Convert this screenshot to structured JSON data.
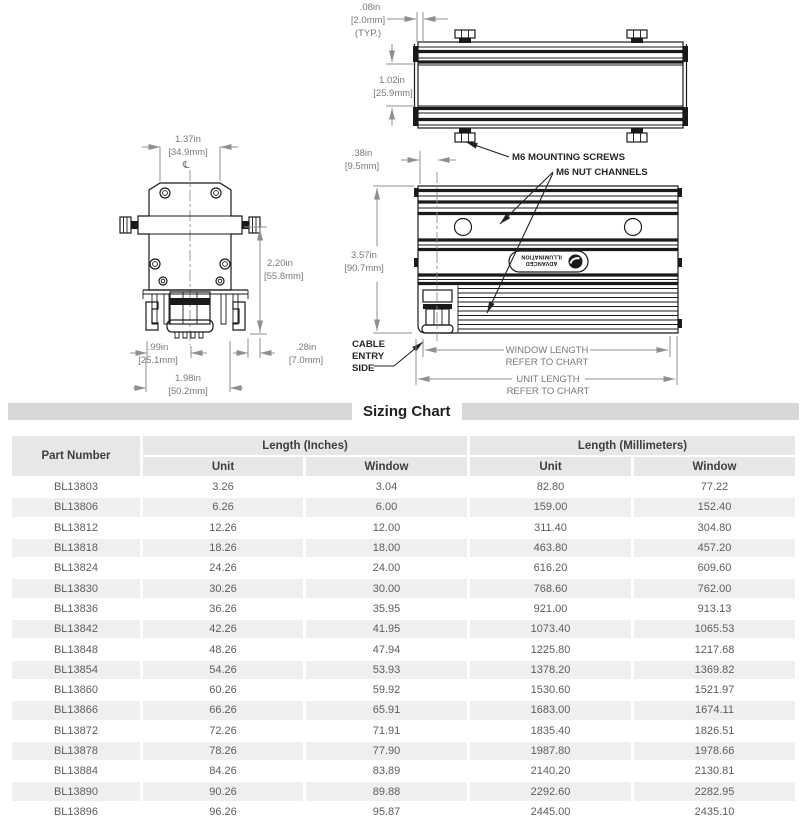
{
  "colors": {
    "drawing_line": "#1a1a1a",
    "dimension_line": "#8f8f8f",
    "dimension_text": "#797979",
    "annotation_text": "#262626",
    "title_bar": "#d8d8d8",
    "title_text": "#1f1f1f",
    "table_header_bg": "#e7e7e7",
    "table_alt_row_bg": "#efefef",
    "table_header_text": "#3e3e3e",
    "table_body_text": "#5d5d5d"
  },
  "drawing": {
    "dims": {
      "typ_gap_in": ".08in",
      "typ_gap_mm": "[2.0mm]",
      "typ_note": "(TYP.)",
      "profile_h_in": "1.02in",
      "profile_h_mm": "[25.9mm]",
      "top_w_in": "1.37in",
      "top_w_mm": "[34.9mm]",
      "centerline": "℄",
      "body_h_in": "2.20in",
      "body_h_mm": "[55.8mm]",
      "inner_w_in": ".99in",
      "inner_w_mm": "[25.1mm]",
      "fin_in": ".28in",
      "fin_mm": "[7.0mm]",
      "base_w_in": "1.98in",
      "base_w_mm": "[50.2mm]",
      "offset_in": ".38in",
      "offset_mm": "[9.5mm]",
      "side_h_in": "3.57in",
      "side_h_mm": "[90.7mm]"
    },
    "labels": {
      "mounting_screws": "M6 MOUNTING SCREWS",
      "nut_channels": "M6 NUT CHANNELS",
      "cable_1": "CABLE",
      "cable_2": "ENTRY",
      "cable_3": "SIDE",
      "window_length": "WINDOW LENGTH",
      "window_refer": "REFER TO CHART",
      "unit_length": "UNIT LENGTH",
      "unit_refer": "REFER TO CHART",
      "logo_line1": "ADVANCED",
      "logo_line2": "ILLUMINATION"
    }
  },
  "table": {
    "title": "Sizing Chart",
    "headers": {
      "part": "Part Number",
      "inches": "Length (Inches)",
      "mm": "Length (Millimeters)",
      "unit": "Unit",
      "window": "Window"
    },
    "rows": [
      {
        "part": "BL13803",
        "in_unit": "3.26",
        "in_window": "3.04",
        "mm_unit": "82.80",
        "mm_window": "77.22"
      },
      {
        "part": "BL13806",
        "in_unit": "6.26",
        "in_window": "6.00",
        "mm_unit": "159.00",
        "mm_window": "152.40"
      },
      {
        "part": "BL13812",
        "in_unit": "12.26",
        "in_window": "12.00",
        "mm_unit": "311.40",
        "mm_window": "304.80"
      },
      {
        "part": "BL13818",
        "in_unit": "18.26",
        "in_window": "18.00",
        "mm_unit": "463.80",
        "mm_window": "457.20"
      },
      {
        "part": "BL13824",
        "in_unit": "24.26",
        "in_window": "24.00",
        "mm_unit": "616.20",
        "mm_window": "609.60"
      },
      {
        "part": "BL13830",
        "in_unit": "30.26",
        "in_window": "30.00",
        "mm_unit": "768.60",
        "mm_window": "762.00"
      },
      {
        "part": "BL13836",
        "in_unit": "36.26",
        "in_window": "35.95",
        "mm_unit": "921.00",
        "mm_window": "913.13"
      },
      {
        "part": "BL13842",
        "in_unit": "42.26",
        "in_window": "41.95",
        "mm_unit": "1073.40",
        "mm_window": "1065.53"
      },
      {
        "part": "BL13848",
        "in_unit": "48.26",
        "in_window": "47.94",
        "mm_unit": "1225.80",
        "mm_window": "1217.68"
      },
      {
        "part": "BL13854",
        "in_unit": "54.26",
        "in_window": "53.93",
        "mm_unit": "1378.20",
        "mm_window": "1369.82"
      },
      {
        "part": "BL13860",
        "in_unit": "60.26",
        "in_window": "59.92",
        "mm_unit": "1530.60",
        "mm_window": "1521.97"
      },
      {
        "part": "BL13866",
        "in_unit": "66.26",
        "in_window": "65.91",
        "mm_unit": "1683.00",
        "mm_window": "1674.11"
      },
      {
        "part": "BL13872",
        "in_unit": "72.26",
        "in_window": "71.91",
        "mm_unit": "1835.40",
        "mm_window": "1826.51"
      },
      {
        "part": "BL13878",
        "in_unit": "78.26",
        "in_window": "77.90",
        "mm_unit": "1987.80",
        "mm_window": "1978.66"
      },
      {
        "part": "BL13884",
        "in_unit": "84.26",
        "in_window": "83.89",
        "mm_unit": "2140.20",
        "mm_window": "2130.81"
      },
      {
        "part": "BL13890",
        "in_unit": "90.26",
        "in_window": "89.88",
        "mm_unit": "2292.60",
        "mm_window": "2282.95"
      },
      {
        "part": "BL13896",
        "in_unit": "96.26",
        "in_window": "95.87",
        "mm_unit": "2445.00",
        "mm_window": "2435.10"
      }
    ]
  }
}
